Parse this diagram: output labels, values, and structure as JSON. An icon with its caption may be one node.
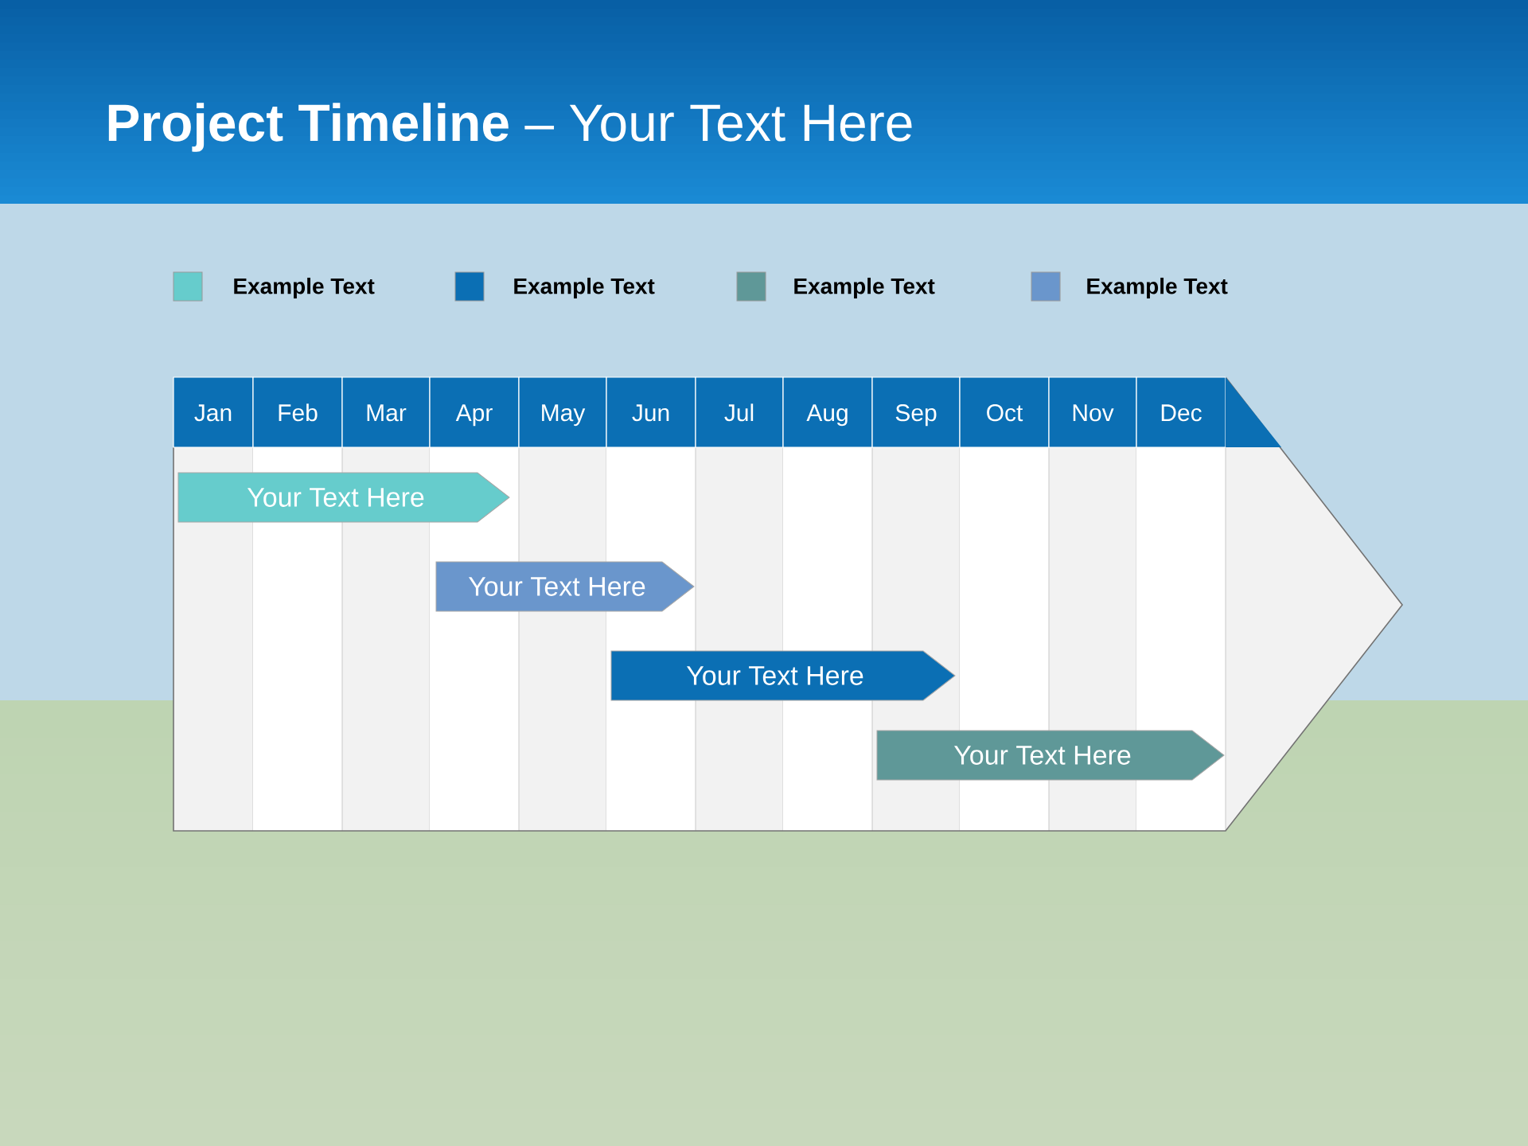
{
  "diagram": {
    "title": "**Project Timeline** – Your Text Here",
    "nodes": [
      {
        "text": [
          "Your Text Here"
        ]
      },
      {
        "text": [
          "Your Text Here"
        ]
      },
      {
        "text": [
          "Your Text Here"
        ]
      },
      {
        "text": [
          "Your Text Here"
        ]
      }
    ],
    "edges": [],
    "labels": [
      "Jan",
      "Feb",
      "Mar",
      "Apr",
      "May",
      "Jun",
      "Jul",
      "Aug",
      "Sep",
      "Oct",
      "Nov",
      "Dec"
    ],
    "legend": [
      {
        "text": "Example Text",
        "color": "#66cccc"
      },
      {
        "text": "Example Text",
        "color": "#0b6fb4"
      },
      {
        "text": "Example Text",
        "color": "#5f9898"
      },
      {
        "text": "Example Text",
        "color": "#6a96cc"
      }
    ]
  }
}
